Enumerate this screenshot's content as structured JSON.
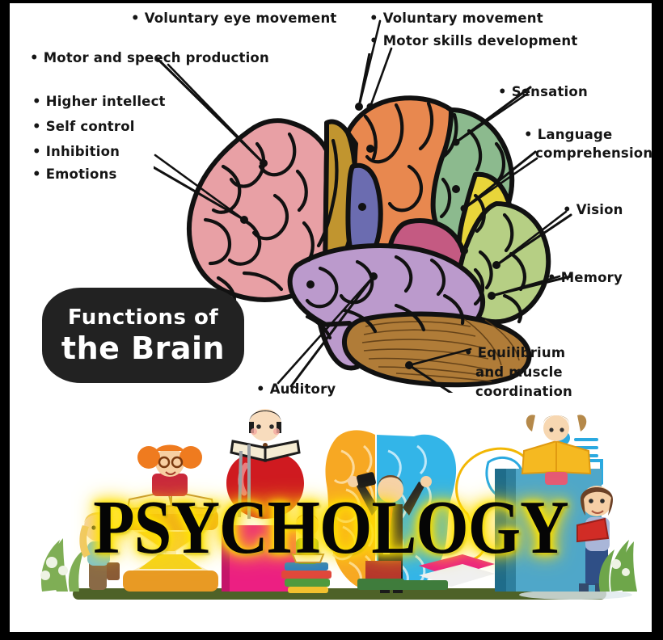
{
  "poster": {
    "title_badge": {
      "line1": "Functions of",
      "line2": "the Brain"
    },
    "wordmark": "PSYCHOLOGY",
    "border_color": "#000000",
    "background_color": "#ffffff"
  },
  "labels": [
    {
      "id": "voluntary-eye-movement",
      "text": "• Voluntary eye movement"
    },
    {
      "id": "motor-and-speech-production",
      "text": "• Motor and speech production"
    },
    {
      "id": "higher-intellect",
      "text": "• Higher intellect"
    },
    {
      "id": "self-control",
      "text": "• Self control"
    },
    {
      "id": "inhibition",
      "text": "• Inhibition"
    },
    {
      "id": "emotions",
      "text": "• Emotions"
    },
    {
      "id": "voluntary-movement",
      "text": "• Voluntary movement"
    },
    {
      "id": "motor-skills-development",
      "text": "• Motor skills development"
    },
    {
      "id": "sensation",
      "text": "• Sensation"
    },
    {
      "id": "language-comprehension-1",
      "text": "• Language"
    },
    {
      "id": "language-comprehension-2",
      "text": "comprehension"
    },
    {
      "id": "vision",
      "text": "• Vision"
    },
    {
      "id": "memory",
      "text": "• Memory"
    },
    {
      "id": "equilibrium-1",
      "text": "• Equilibrium"
    },
    {
      "id": "equilibrium-2",
      "text": "and muscle"
    },
    {
      "id": "equilibrium-3",
      "text": "coordination"
    },
    {
      "id": "auditory",
      "text": "• Auditory"
    }
  ],
  "brain_regions": [
    {
      "name": "frontal-lobe",
      "color": "#e8a0a5"
    },
    {
      "name": "premotor-strip",
      "color": "#c1952f"
    },
    {
      "name": "motor-cortex",
      "color": "#e8884f"
    },
    {
      "name": "central-sulcus-band",
      "color": "#6b6cb0"
    },
    {
      "name": "somatosensory-cortex",
      "color": "#8cba8e"
    },
    {
      "name": "wernicke-area",
      "color": "#e8d53a"
    },
    {
      "name": "angular-gyrus",
      "color": "#c45a82"
    },
    {
      "name": "occipital-lobe",
      "color": "#b6cf84"
    },
    {
      "name": "temporal-lobe",
      "color": "#bb9acc"
    },
    {
      "name": "cerebellum",
      "color": "#b07c38"
    },
    {
      "name": "outline",
      "color": "#111111"
    }
  ],
  "collage": {
    "ground_color": "#4e6228",
    "items": [
      {
        "name": "fern-plant-left",
        "color": "#7fae55"
      },
      {
        "name": "blonde-girl-student",
        "color": "#f0c98a"
      },
      {
        "name": "hourglass",
        "color": "#f0a32e"
      },
      {
        "name": "red-haired-girl-reading",
        "color": "#ef7b1f"
      },
      {
        "name": "pink-book",
        "color": "#ec1f82"
      },
      {
        "name": "red-apple",
        "color": "#cf1a20"
      },
      {
        "name": "child-in-open-book",
        "color": "#1d1d1d"
      },
      {
        "name": "boy-reading-on-books",
        "color": "#4f9a3e"
      },
      {
        "name": "stacked-books",
        "color": "#2a7fc1"
      },
      {
        "name": "orange-brain-half",
        "color": "#f7a823"
      },
      {
        "name": "blue-brain-half",
        "color": "#33b5e8"
      },
      {
        "name": "businessman-celebrating",
        "color": "#262626"
      },
      {
        "name": "lightbulb-head-outline",
        "color": "#f2b705"
      },
      {
        "name": "person-at-desk-icon",
        "color": "#2aa9e0"
      },
      {
        "name": "girl-on-blue-book",
        "color": "#f5b921"
      },
      {
        "name": "big-blue-book",
        "color": "#4fa7c9"
      },
      {
        "name": "woman-reading-red-book",
        "color": "#d12c26"
      },
      {
        "name": "fern-plant-right",
        "color": "#6ea64a"
      }
    ]
  },
  "wordmark_style": {
    "text_color": "#050505",
    "glow_color": "#ffe400"
  }
}
